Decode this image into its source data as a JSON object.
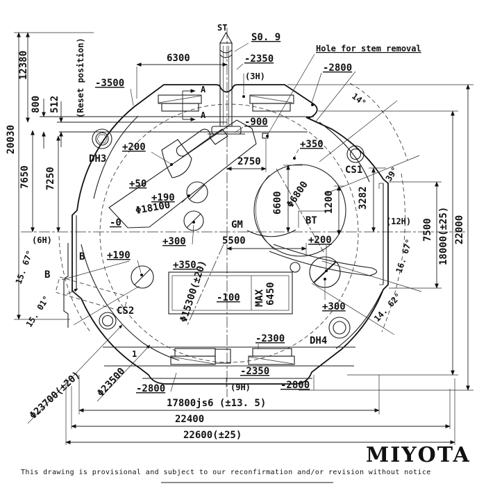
{
  "drawing": {
    "brand": "MIYOTA",
    "footer": "This drawing is provisional and subject to our reconfirmation and/or revision without notice",
    "colors": {
      "ink": "#1a1a1a",
      "bg": "#ffffff"
    },
    "labels": {
      "st": "ST",
      "stem_tip": "S0. 9",
      "m2350_top": "-2350",
      "h3": "(3H)",
      "hole_stem": "Hole for stem removal",
      "m2800_top": "-2800",
      "deg14": "14°",
      "d6300": "6300",
      "m3500": "-3500",
      "reset": "(Reset position)",
      "d12380": "12380",
      "d800": "800",
      "d512": "512",
      "d20030": "20030",
      "m900": "-900",
      "p200_dh3": "+200",
      "dh3": "DH3",
      "p350_cs1": "+350",
      "cs1": "CS1",
      "deg39": "39°",
      "d7650": "7650",
      "d7250": "7250",
      "p50": "+50",
      "p190_up": "+190",
      "phi18100": "Φ18100",
      "m0": "-0",
      "d2750": "2750",
      "d6600": "6600",
      "phi6800": "Φ6800",
      "d1200": "1200",
      "d3282": "3282",
      "bt": "BT",
      "gm": "GM",
      "d5500": "5500",
      "p200_bt": "+200",
      "h12": "(12H)",
      "d7500": "7500",
      "d18000": "18000(±25)",
      "d22000": "22000",
      "deg16_67": "16. 67°",
      "deg14_62": "14. 62°",
      "h6": "(6H)",
      "deg15_67": "15. 67°",
      "deg15_01": "15. 01°",
      "b_right": "B",
      "b_left": "B",
      "a_top": "A",
      "a_bot": "A",
      "p300_left": "+300",
      "p190_low": "+190",
      "p350_box": "+350",
      "phi15300": "Φ15300(±20)",
      "m100": "-100",
      "max_label": "MAX",
      "d6450": "6450",
      "cs2": "CS2",
      "p300_dh4": "+300",
      "dh4": "DH4",
      "m2300": "-2300",
      "m2350_bot": "-2350",
      "h9": "(9H)",
      "m2800_bl": "-2800",
      "m2800_br": "-2800",
      "phi23700": "Φ23700(±20)",
      "phi23500": "Φ23500",
      "note1": "1",
      "d17800": "17800js6 (±13. 5)",
      "d22400": "22400",
      "d22600": "22600(±25)",
      "brand": "MIYOTA",
      "footer": "This drawing is provisional and subject to our reconfirmation and/or revision without notice"
    }
  }
}
